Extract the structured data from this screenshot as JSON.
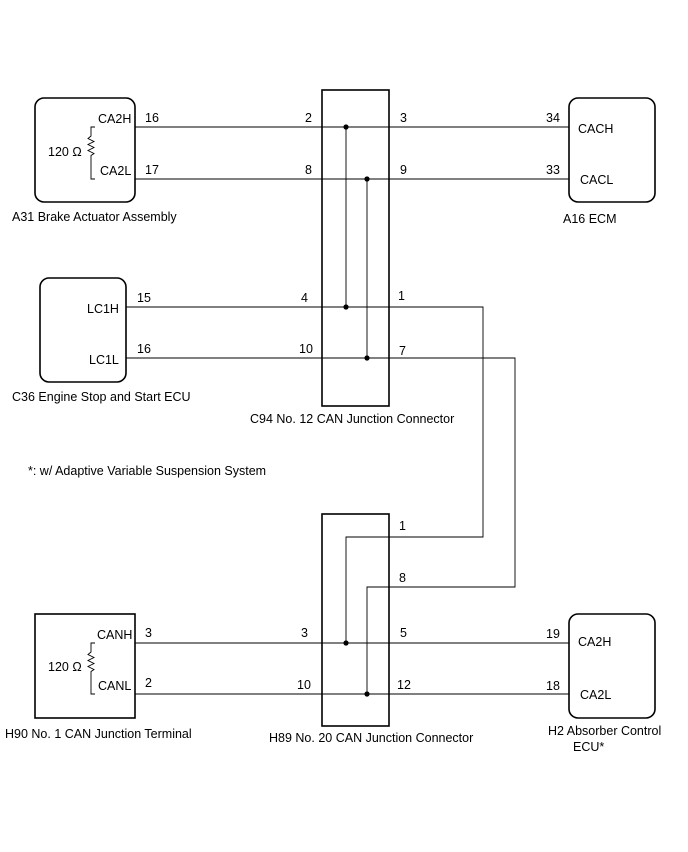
{
  "components": {
    "a31": {
      "label": "A31  Brake Actuator Assembly",
      "resistor": "120 Ω",
      "pins": [
        {
          "name": "CA2H",
          "num": "16"
        },
        {
          "name": "CA2L",
          "num": "17"
        }
      ]
    },
    "a16": {
      "label": "A16   ECM",
      "pins": [
        {
          "name": "CACH",
          "num": "34"
        },
        {
          "name": "CACL",
          "num": "33"
        }
      ]
    },
    "c36": {
      "label": "C36  Engine Stop and Start ECU",
      "pins": [
        {
          "name": "LC1H",
          "num": "15"
        },
        {
          "name": "LC1L",
          "num": "16"
        }
      ]
    },
    "c94": {
      "label": "C94   No. 12 CAN Junction Connector",
      "left_pins": [
        "2",
        "8",
        "4",
        "10"
      ],
      "right_pins": [
        "3",
        "9",
        "1",
        "7"
      ]
    },
    "h89": {
      "label": "H89  No. 20 CAN Junction Connector",
      "right_pins_top": [
        "1",
        "8"
      ],
      "left_pins": [
        "3",
        "10"
      ],
      "right_pins": [
        "5",
        "12"
      ]
    },
    "h90": {
      "label": "H90  No. 1 CAN Junction Terminal",
      "resistor": "120 Ω",
      "pins": [
        {
          "name": "CANH",
          "num": "3"
        },
        {
          "name": "CANL",
          "num": "2"
        }
      ]
    },
    "h2": {
      "label_line1": "H2  Absorber Control",
      "label_line2": "ECU*",
      "pins": [
        {
          "name": "CA2H",
          "num": "19"
        },
        {
          "name": "CA2L",
          "num": "18"
        }
      ]
    }
  },
  "note": "*: w/ Adaptive Variable Suspension System"
}
